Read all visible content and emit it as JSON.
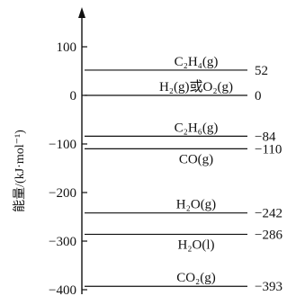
{
  "chart_data": {
    "type": "energy-level",
    "ylabel": "能量/(kJ·mol⁻¹)",
    "ylim": [
      -400,
      100
    ],
    "yticks": [
      100,
      0,
      -100,
      -200,
      -300,
      -400
    ],
    "ytick_labels": [
      "100",
      "0",
      "−100",
      "−200",
      "−300",
      "−400"
    ],
    "levels": [
      {
        "species": "C₂H₄(g)",
        "value": 52,
        "value_label": "52",
        "label_side": "above"
      },
      {
        "species": "H₂(g)或O₂(g)",
        "value": 0,
        "value_label": "0",
        "label_side": "above"
      },
      {
        "species": "C₂H₆(g)",
        "value": -84,
        "value_label": "−84",
        "label_side": "above"
      },
      {
        "species": "CO(g)",
        "value": -110,
        "value_label": "−110",
        "label_side": "below"
      },
      {
        "species": "H₂O(g)",
        "value": -242,
        "value_label": "−242",
        "label_side": "above"
      },
      {
        "species": "H₂O(l)",
        "value": -286,
        "value_label": "−286",
        "label_side": "below"
      },
      {
        "species": "CO₂(g)",
        "value": -393,
        "value_label": "−393",
        "label_side": "above"
      }
    ]
  }
}
